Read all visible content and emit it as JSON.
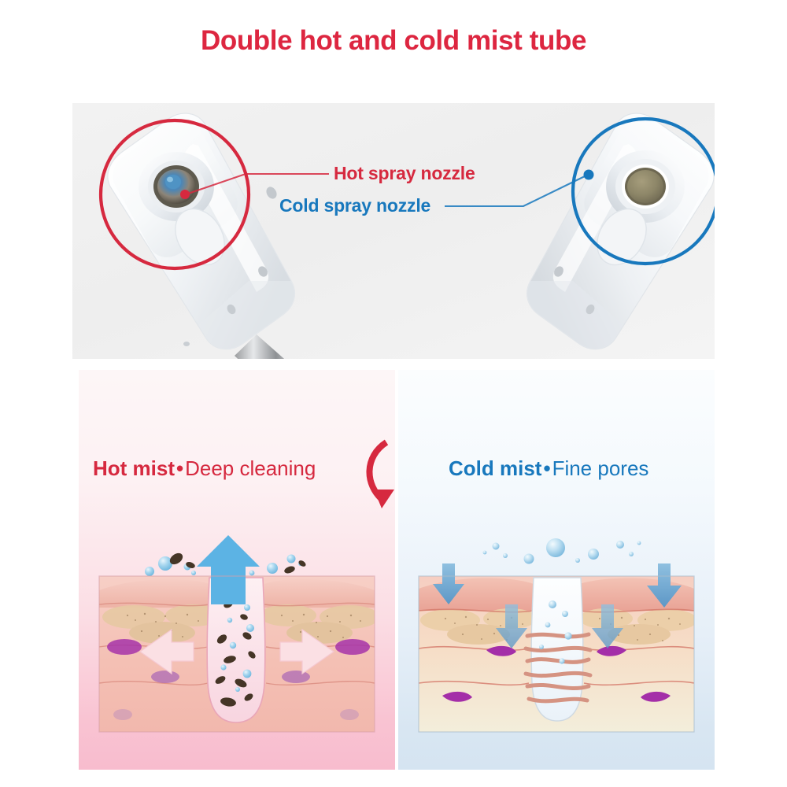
{
  "title": "Double hot and cold mist tube",
  "colors": {
    "hot_red": "#dd2640",
    "label_red": "#d6293f",
    "cold_blue": "#1878bd",
    "panel_bg_top": "#f1f1f1",
    "hot_panel_bottom": "#f8bcce",
    "cold_panel_bottom": "#d5e4f1",
    "mist_bubble_blue": "#7ec4e8",
    "dirt_brown": "#4a3a2a",
    "skin_pink": "#f0b5ac",
    "sebum_purple": "#9b2fa0"
  },
  "product_panel": {
    "name": "double hot and cold mist tube nozzles photo",
    "devices": [
      {
        "id": "hot-device",
        "side": "left",
        "highlight_color": "#d6293f",
        "nozzle_center_color": "#4a86b8"
      },
      {
        "id": "cold-device",
        "side": "right",
        "highlight_color": "#1878bd",
        "nozzle_center_color": "#8d8668"
      }
    ],
    "callouts": [
      {
        "id": "hot-callout",
        "label": "Hot spray nozzle",
        "color": "#d6293f"
      },
      {
        "id": "cold-callout",
        "label": "Cold spray nozzle",
        "color": "#1878bd"
      }
    ]
  },
  "feature_panels": [
    {
      "id": "hot-mist",
      "heading_strong": "Hot mist",
      "heading_separator": "•",
      "heading_rest": "Deep cleaning",
      "color": "#d6293f",
      "arrow_direction": "down",
      "diagram": {
        "name": "hot-mist-pore-deep-cleaning-diagram",
        "pore_state": "open",
        "main_arrow": "up",
        "main_arrow_color": "#5cb3e4",
        "side_arrows": "outward-up",
        "contents": "dirt and sebum lifted out of pore by steam bubbles"
      }
    },
    {
      "id": "cold-mist",
      "heading_strong": "Cold mist",
      "heading_separator": "•",
      "heading_rest": "Fine pores",
      "color": "#1878bd",
      "arrow_direction": "up",
      "diagram": {
        "name": "cold-mist-pore-tightening-diagram",
        "pore_state": "tightened",
        "main_arrow": "down",
        "main_arrow_color": "#6ea8d4",
        "side_arrows": "downward",
        "contents": "cold mist bubbles pressing pore closed with constricting bands"
      }
    }
  ]
}
